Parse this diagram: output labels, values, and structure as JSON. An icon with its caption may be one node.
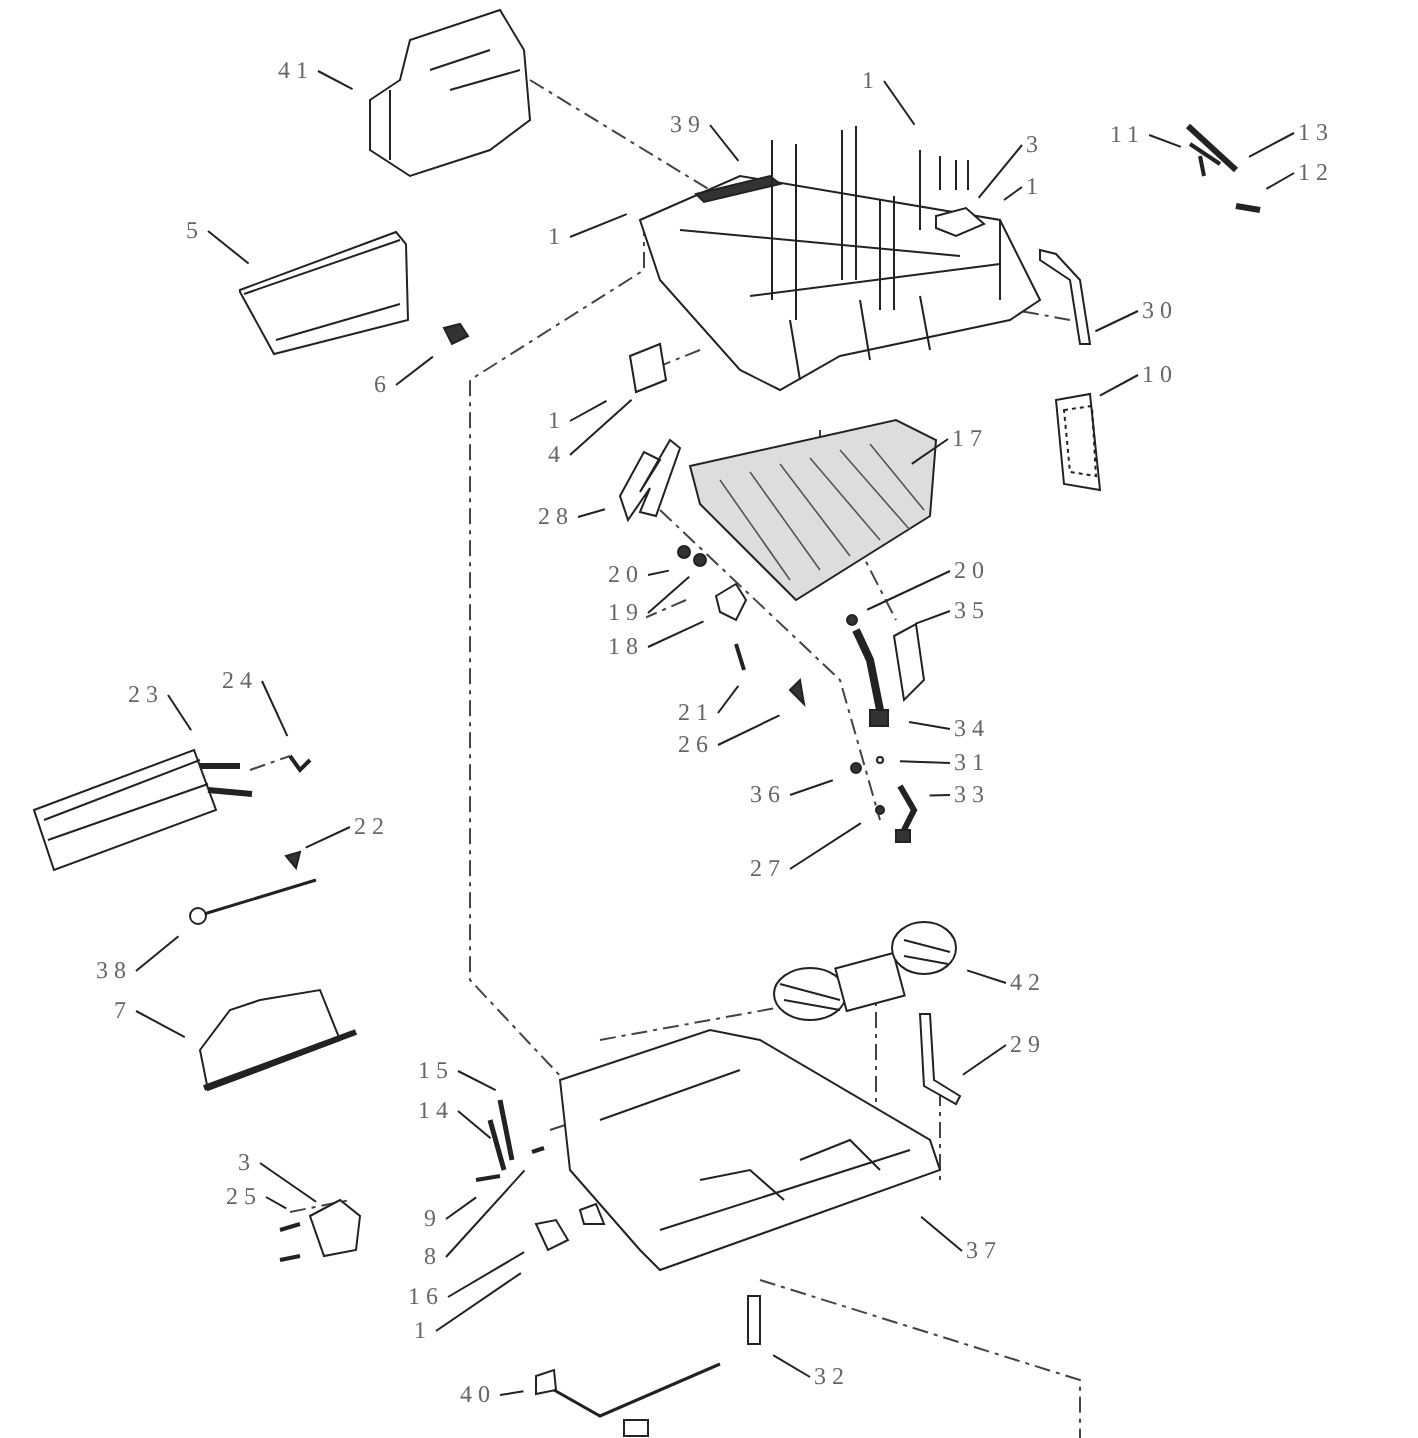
{
  "diagram": {
    "nodes": [
      {
        "text": [
          "41"
        ]
      },
      {
        "text": [
          "39"
        ]
      },
      {
        "text": [
          "1"
        ]
      },
      {
        "text": [
          "3"
        ]
      },
      {
        "text": [
          "1"
        ]
      },
      {
        "text": [
          "11"
        ]
      },
      {
        "text": [
          "13"
        ]
      },
      {
        "text": [
          "12"
        ]
      },
      {
        "text": [
          "5"
        ]
      },
      {
        "text": [
          "1"
        ]
      },
      {
        "text": [
          "30"
        ]
      },
      {
        "text": [
          "6"
        ]
      },
      {
        "text": [
          "10"
        ]
      },
      {
        "text": [
          "1"
        ]
      },
      {
        "text": [
          "4"
        ]
      },
      {
        "text": [
          "17"
        ]
      },
      {
        "text": [
          "28"
        ]
      },
      {
        "text": [
          "20"
        ]
      },
      {
        "text": [
          "19"
        ]
      },
      {
        "text": [
          "18"
        ]
      },
      {
        "text": [
          "20"
        ]
      },
      {
        "text": [
          "35"
        ]
      },
      {
        "text": [
          "21"
        ]
      },
      {
        "text": [
          "26"
        ]
      },
      {
        "text": [
          "34"
        ]
      },
      {
        "text": [
          "31"
        ]
      },
      {
        "text": [
          "36"
        ]
      },
      {
        "text": [
          "33"
        ]
      },
      {
        "text": [
          "27"
        ]
      },
      {
        "text": [
          "23"
        ]
      },
      {
        "text": [
          "24"
        ]
      },
      {
        "text": [
          "22"
        ]
      },
      {
        "text": [
          "38"
        ]
      },
      {
        "text": [
          "7"
        ]
      },
      {
        "text": [
          "42"
        ]
      },
      {
        "text": [
          "15"
        ]
      },
      {
        "text": [
          "14"
        ]
      },
      {
        "text": [
          "29"
        ]
      },
      {
        "text": [
          "3"
        ]
      },
      {
        "text": [
          "25"
        ]
      },
      {
        "text": [
          "9"
        ]
      },
      {
        "text": [
          "8"
        ]
      },
      {
        "text": [
          "37"
        ]
      },
      {
        "text": [
          "16"
        ]
      },
      {
        "text": [
          "1"
        ]
      },
      {
        "text": [
          "40"
        ]
      },
      {
        "text": [
          "32"
        ]
      }
    ],
    "edges": [
      {
        "from": 0,
        "to": null,
        "arrow": "none"
      },
      {
        "from": 1,
        "to": null,
        "arrow": "none"
      },
      {
        "from": 2,
        "to": null,
        "arrow": "none"
      },
      {
        "from": 3,
        "to": null,
        "arrow": "none"
      },
      {
        "from": 4,
        "to": null,
        "arrow": "none"
      },
      {
        "from": 5,
        "to": null,
        "arrow": "none"
      },
      {
        "from": 6,
        "to": null,
        "arrow": "none"
      },
      {
        "from": 7,
        "to": null,
        "arrow": "none"
      },
      {
        "from": 8,
        "to": null,
        "arrow": "none"
      },
      {
        "from": 9,
        "to": null,
        "arrow": "none"
      },
      {
        "from": 10,
        "to": null,
        "arrow": "none"
      },
      {
        "from": 11,
        "to": null,
        "arrow": "none"
      },
      {
        "from": 12,
        "to": null,
        "arrow": "none"
      },
      {
        "from": 13,
        "to": null,
        "arrow": "none"
      },
      {
        "from": 14,
        "to": null,
        "arrow": "none"
      },
      {
        "from": 15,
        "to": null,
        "arrow": "none"
      },
      {
        "from": 16,
        "to": null,
        "arrow": "none"
      },
      {
        "from": 17,
        "to": null,
        "arrow": "none"
      },
      {
        "from": 18,
        "to": null,
        "arrow": "none"
      },
      {
        "from": 19,
        "to": null,
        "arrow": "none"
      },
      {
        "from": 20,
        "to": null,
        "arrow": "none"
      },
      {
        "from": 21,
        "to": null,
        "arrow": "none"
      },
      {
        "from": 22,
        "to": null,
        "arrow": "none"
      },
      {
        "from": 23,
        "to": null,
        "arrow": "none"
      },
      {
        "from": 24,
        "to": null,
        "arrow": "none"
      },
      {
        "from": 25,
        "to": null,
        "arrow": "none"
      },
      {
        "from": 26,
        "to": null,
        "arrow": "none"
      },
      {
        "from": 27,
        "to": null,
        "arrow": "none"
      },
      {
        "from": 28,
        "to": null,
        "arrow": "none"
      },
      {
        "from": 29,
        "to": null,
        "arrow": "none"
      },
      {
        "from": 30,
        "to": null,
        "arrow": "none"
      },
      {
        "from": 31,
        "to": null,
        "arrow": "none"
      },
      {
        "from": 32,
        "to": null,
        "arrow": "none"
      },
      {
        "from": 33,
        "to": null,
        "arrow": "none"
      },
      {
        "from": 34,
        "to": null,
        "arrow": "none"
      },
      {
        "from": 35,
        "to": null,
        "arrow": "none"
      },
      {
        "from": 36,
        "to": null,
        "arrow": "none"
      },
      {
        "from": 37,
        "to": null,
        "arrow": "none"
      },
      {
        "from": 38,
        "to": null,
        "arrow": "none"
      },
      {
        "from": 39,
        "to": null,
        "arrow": "none"
      },
      {
        "from": 40,
        "to": null,
        "arrow": "none"
      },
      {
        "from": 41,
        "to": null,
        "arrow": "none"
      },
      {
        "from": 42,
        "to": null,
        "arrow": "none"
      },
      {
        "from": 43,
        "to": null,
        "arrow": "none"
      },
      {
        "from": 44,
        "to": null,
        "arrow": "none"
      },
      {
        "from": 45,
        "to": null,
        "arrow": "none"
      },
      {
        "from": 46,
        "to": null,
        "arrow": "none"
      }
    ]
  }
}
